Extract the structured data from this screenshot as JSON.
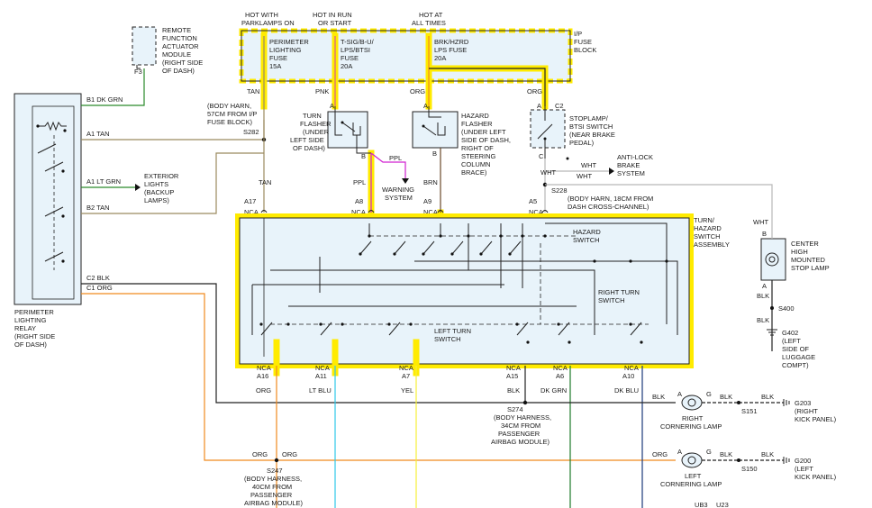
{
  "fuse_block": {
    "header_parklamps": [
      "HOT WITH",
      "PARKLAMPS ON"
    ],
    "header_run": [
      "HOT IN RUN",
      "OR START"
    ],
    "header_always": [
      "HOT AT",
      "ALL TIMES"
    ],
    "label": [
      "I/P",
      "FUSE",
      "BLOCK"
    ],
    "fuse1": [
      "PERIMETER",
      "LIGHTING",
      "FUSE",
      "15A"
    ],
    "fuse2": [
      "T-SIG/B-U/",
      "LPS/BTSI",
      "FUSE",
      "20A"
    ],
    "fuse3": [
      "BRK/HZRD",
      "LPS FUSE",
      "20A"
    ]
  },
  "remote_module": {
    "text": [
      "REMOTE",
      "FUNCTION",
      "ACTUATOR",
      "MODULE",
      "(RIGHT SIDE",
      "OF DASH)"
    ],
    "pin": "F3"
  },
  "relay": {
    "label": [
      "PERIMETER",
      "LIGHTING",
      "RELAY",
      "(RIGHT SIDE",
      "OF DASH)"
    ],
    "b1": "B1 DK GRN",
    "a1": "A1 TAN",
    "a1b": "A1 LT GRN",
    "b2": "B2 TAN",
    "c2": "C2  BLK",
    "c1": "C1 ORG"
  },
  "exterior_lights": [
    "EXTERIOR",
    "LIGHTS",
    "(BACKUP",
    "LAMPS)"
  ],
  "splice_s282": [
    "(BODY HARN,",
    "57CM FROM I/P",
    "FUSE BLOCK)",
    "S282"
  ],
  "turn_flasher": {
    "text": [
      "TURN",
      "FLASHER",
      "(UNDER",
      "LEFT SIDE",
      "OF DASH)"
    ],
    "pin_a": "A",
    "pin_b": "B"
  },
  "hazard_flasher": {
    "text": [
      "HAZARD",
      "FLASHER",
      "(UNDER LEFT",
      "SIDE OF DASH,",
      "RIGHT OF",
      "STEERING",
      "COLUMN",
      "BRACE)"
    ],
    "pin_a": "A",
    "pin_b": "B"
  },
  "stoplamp": {
    "text": [
      "STOPLAMP/",
      "BTSI SWITCH",
      "(NEAR BRAKE",
      "PEDAL)"
    ],
    "pin_a": "A",
    "pin_c2": "C2",
    "pin_c": "C"
  },
  "anti_lock": [
    "ANTI-LOCK",
    "BRAKE",
    "SYSTEM"
  ],
  "warning_system": [
    "WARNING",
    "SYSTEM"
  ],
  "splice_s228": [
    "S228",
    "(BODY HARN, 18CM FROM",
    "DASH CROSS-CHANNEL)"
  ],
  "switch_assembly": {
    "label": [
      "TURN/",
      "HAZARD",
      "SWITCH",
      "ASSEMBLY"
    ],
    "hazard": [
      "HAZARD",
      "SWITCH"
    ],
    "right_turn": [
      "RIGHT TURN",
      "SWITCH"
    ],
    "left_turn": [
      "LEFT TURN",
      "SWITCH"
    ]
  },
  "wire_colors": {
    "tan": "TAN",
    "pnk": "PNK",
    "org": "ORG",
    "org2": "ORG",
    "tan2": "TAN",
    "ppl": "PPL",
    "ppl2": "PPL",
    "brn": "BRN",
    "wht": "WHT",
    "wht2": "WHT",
    "wht3": "WHT",
    "org_b": "ORG",
    "ltblu": "LT BLU",
    "yel": "YEL",
    "blk": "BLK",
    "dkgrn": "DK GRN",
    "dkblu": "DK BLU"
  },
  "top_connectors": [
    {
      "nca": "NCA",
      "pin": "A17"
    },
    {
      "nca": "NCA",
      "pin": "A8"
    },
    {
      "nca": "NCA",
      "pin": "A9"
    },
    {
      "nca": "NCA",
      "pin": "A5"
    }
  ],
  "bottom_connectors": [
    {
      "nca": "NCA",
      "pin": "A16"
    },
    {
      "nca": "NCA",
      "pin": "A11"
    },
    {
      "nca": "NCA",
      "pin": "A7"
    },
    {
      "nca": "NCA",
      "pin": "A15"
    },
    {
      "nca": "NCA",
      "pin": "A6"
    },
    {
      "nca": "NCA",
      "pin": "A10"
    }
  ],
  "chmsl": {
    "text": [
      "CENTER",
      "HIGH",
      "MOUNTED",
      "STOP LAMP"
    ],
    "pin_b": "B",
    "pin_a": "A",
    "wire_in": "WHT",
    "wire_out": "BLK",
    "wire_out2": "BLK",
    "splice": "S400",
    "ground": "G402",
    "ground_loc": [
      "(LEFT",
      "SIDE OF",
      "LUGGAGE",
      "COMPT)"
    ]
  },
  "s274": [
    "S274",
    "(BODY HARNESS,",
    "34CM FROM",
    "PASSENGER",
    "AIRBAG MODULE)"
  ],
  "s247": [
    "S247",
    "(BODY HARNESS,",
    "40CM FROM",
    "PASSENGER",
    "AIRBAG MODULE)"
  ],
  "right_cornering": {
    "label": [
      "RIGHT",
      "CORNERING LAMP"
    ],
    "pin_a": "A",
    "pin_g": "G",
    "wire_l": "BLK",
    "wire_r": "BLK",
    "wire_r2": "BLK",
    "splice": "S151",
    "ground": "G203",
    "ground_loc": [
      "(RIGHT",
      "KICK PANEL)"
    ]
  },
  "left_cornering": {
    "label": [
      "LEFT",
      "CORNERING LAMP"
    ],
    "pin_a": "A",
    "pin_g": "G",
    "wire_l": "ORG",
    "wire_r": "BLK",
    "wire_r2": "BLK",
    "splice": "S150",
    "ground": "G200",
    "ground_loc": [
      "(LEFT",
      "KICK PANEL)"
    ]
  },
  "s247_wire": "ORG",
  "bottom_refs": [
    "UB3",
    "U23"
  ],
  "colors": {
    "tan": "#9b8a5f",
    "pnk": "#d95b8e",
    "org": "#f08a1e",
    "ppl": "#d020d0",
    "green": "#2a8a2a",
    "ltblu": "#30c8e8",
    "yel": "#f6ef3a",
    "dkgrn": "#1d7a2a",
    "dkblu": "#1a3a7a",
    "blk": "#222222",
    "wht": "#b8b8b8",
    "highlight": "#ffeb00",
    "fill": "#e8f3fa"
  }
}
